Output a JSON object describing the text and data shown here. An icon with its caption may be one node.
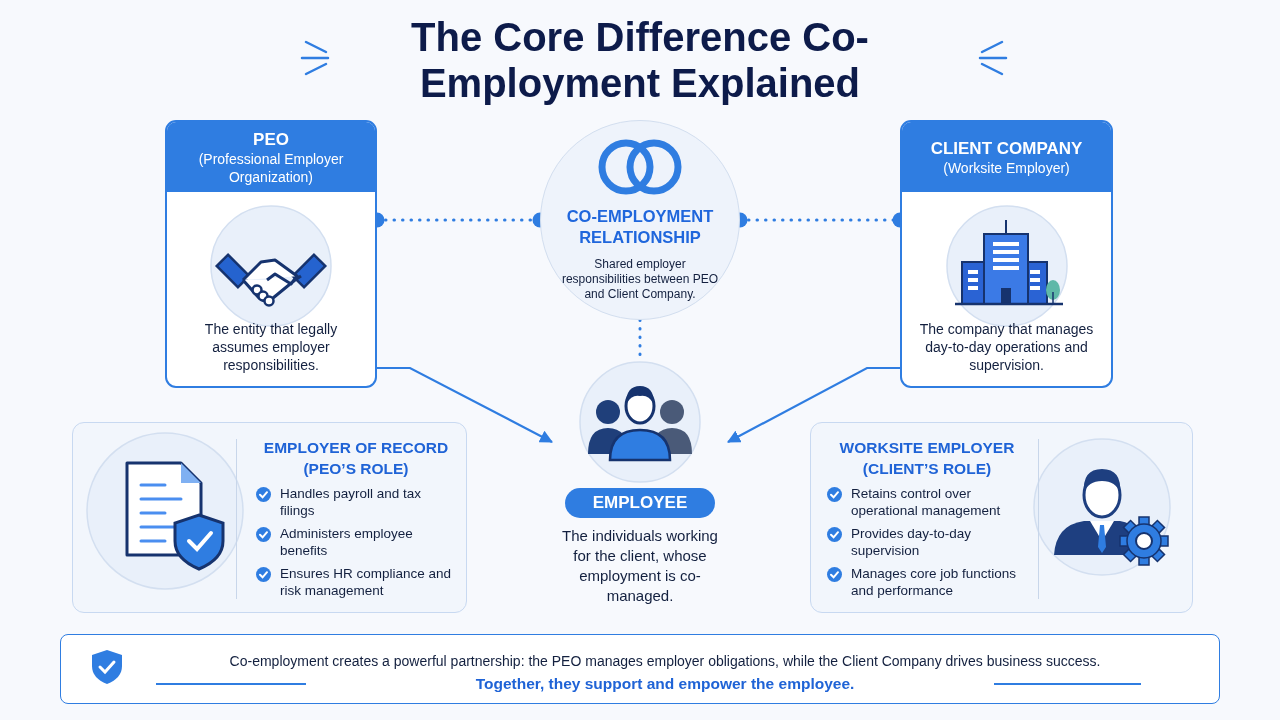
{
  "diagram": {
    "title": "The Core Difference Co-Employment Explained",
    "nodes": [
      {
        "text": [
          "PEO",
          "(Professional Employer Organization)",
          "The entity that legally assumes employer responsibilities."
        ]
      },
      {
        "text": [
          "CO-EMPLOYMENT RELATIONSHIP",
          "Shared employer responsibilities between PEO and Client Company."
        ]
      },
      {
        "text": [
          "CLIENT COMPANY",
          "(Worksite Employer)",
          "The company that manages day-to-day operations and supervision."
        ]
      },
      {
        "text": [
          "EMPLOYEE",
          "The individuals working for the client, whose employment is co-managed."
        ]
      },
      {
        "text": [
          "EMPLOYER OF RECORD (PEO’S ROLE)",
          "Handles payroll and tax filings",
          "Administers employee benefits",
          "Ensures HR compliance and risk management"
        ]
      },
      {
        "text": [
          "WORKSITE EMPLOYER (CLIENT’S ROLE)",
          "Retains control over operational management",
          "Provides day-to-day supervision",
          "Manages core job functions and performance"
        ]
      },
      {
        "text": [
          "Co-employment creates a powerful partnership: the PEO manages employer obligations, while the Client Company drives business success.",
          "Together, they support and empower the employee."
        ]
      }
    ],
    "edges": [
      {
        "from": 0,
        "to": 1,
        "arrow": "other",
        "style": "dashed"
      },
      {
        "from": 1,
        "to": 2,
        "arrow": "other",
        "style": "dashed"
      },
      {
        "from": 1,
        "to": 3,
        "arrow": "none",
        "style": "dashed"
      },
      {
        "from": 0,
        "to": 3,
        "arrow": "to"
      },
      {
        "from": 2,
        "to": 3,
        "arrow": "to"
      }
    ]
  }
}
